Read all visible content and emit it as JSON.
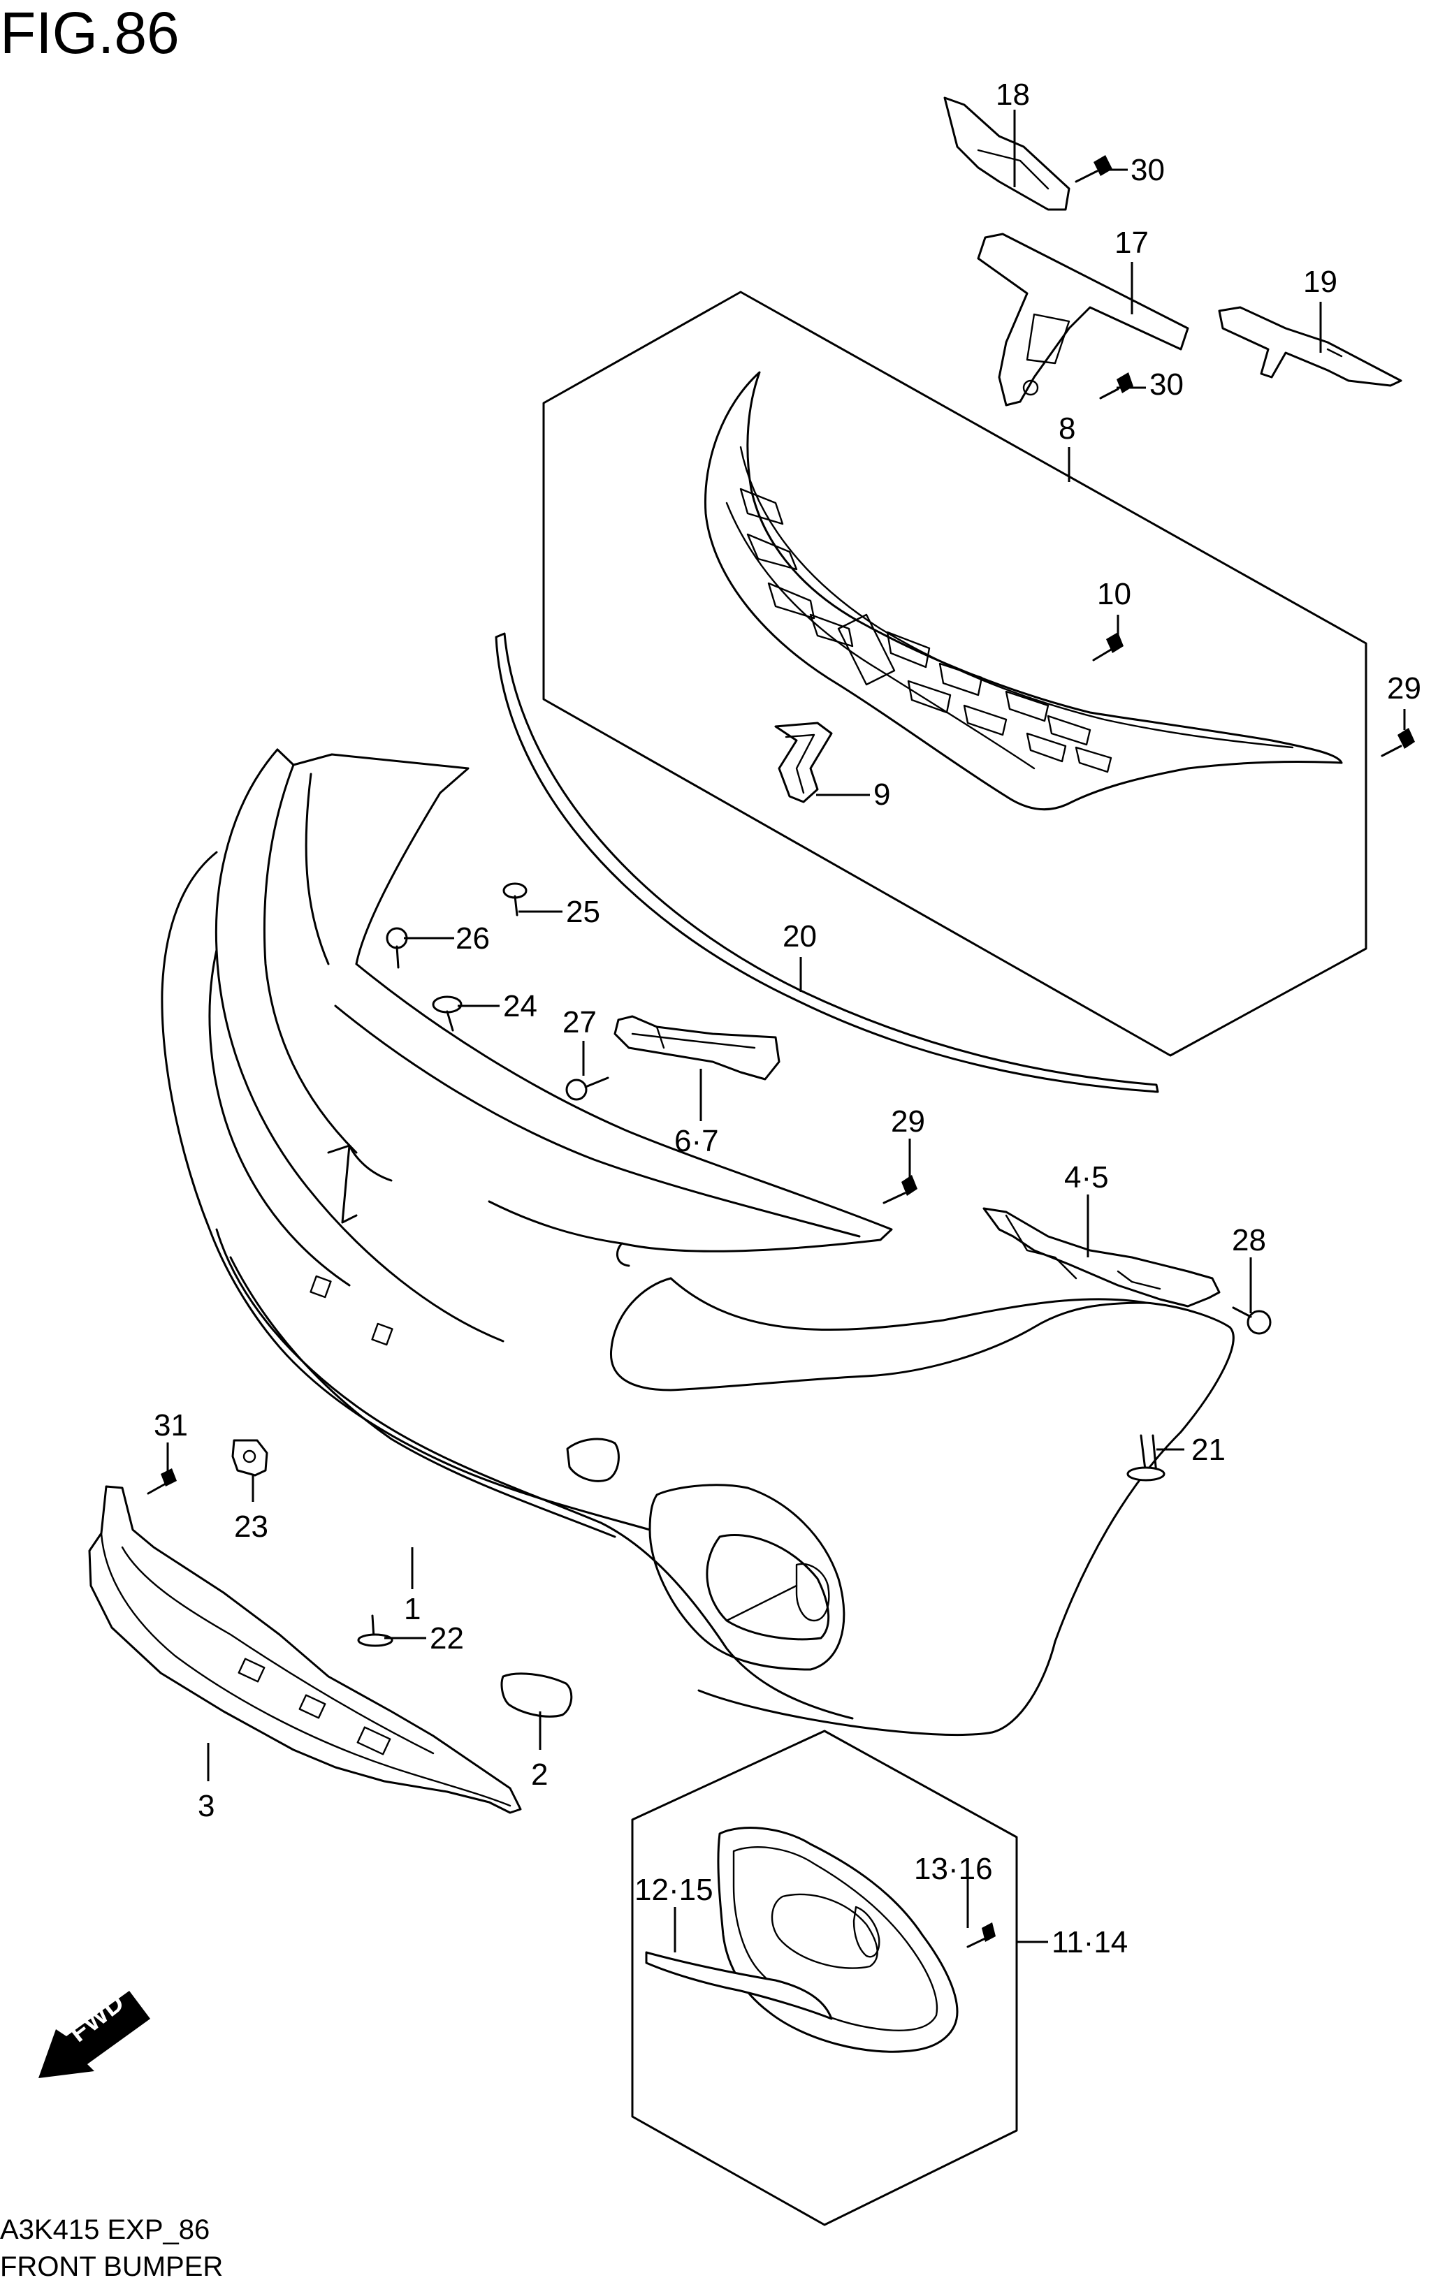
{
  "figure": {
    "title": "FIG.86",
    "code": "A3K415 EXP_86",
    "name": "FRONT BUMPER",
    "direction_badge": "FWD"
  },
  "callouts": {
    "c1": "1",
    "c2": "2",
    "c3": "3",
    "c4_5": "4·5",
    "c6_7": "6·7",
    "c8": "8",
    "c9": "9",
    "c10": "10",
    "c11_14": "11·14",
    "c12_15": "12·15",
    "c13_16": "13·16",
    "c17": "17",
    "c18": "18",
    "c19": "19",
    "c20": "20",
    "c21": "21",
    "c22": "22",
    "c23": "23",
    "c24": "24",
    "c25": "25",
    "c26": "26",
    "c27": "27",
    "c28": "28",
    "c29a": "29",
    "c29b": "29",
    "c30a": "30",
    "c30b": "30",
    "c31": "31"
  }
}
